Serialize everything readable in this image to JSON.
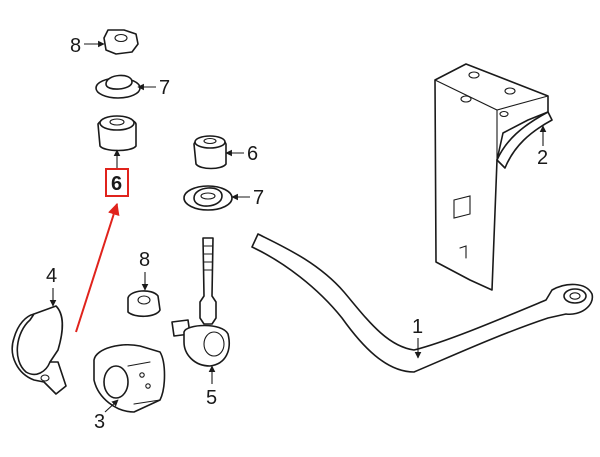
{
  "callouts": [
    {
      "id": "c1",
      "number": "1"
    },
    {
      "id": "c2",
      "number": "2"
    },
    {
      "id": "c3",
      "number": "3"
    },
    {
      "id": "c4",
      "number": "4"
    },
    {
      "id": "c5",
      "number": "5"
    },
    {
      "id": "c6a",
      "number": "6"
    },
    {
      "id": "c6b",
      "number": "6"
    },
    {
      "id": "c7a",
      "number": "7"
    },
    {
      "id": "c7b",
      "number": "7"
    },
    {
      "id": "c8a",
      "number": "8"
    },
    {
      "id": "c8b",
      "number": "8"
    }
  ],
  "highlight": {
    "part_number": "6",
    "box_color": "#e0231c",
    "arrow_color": "#e0231c"
  }
}
